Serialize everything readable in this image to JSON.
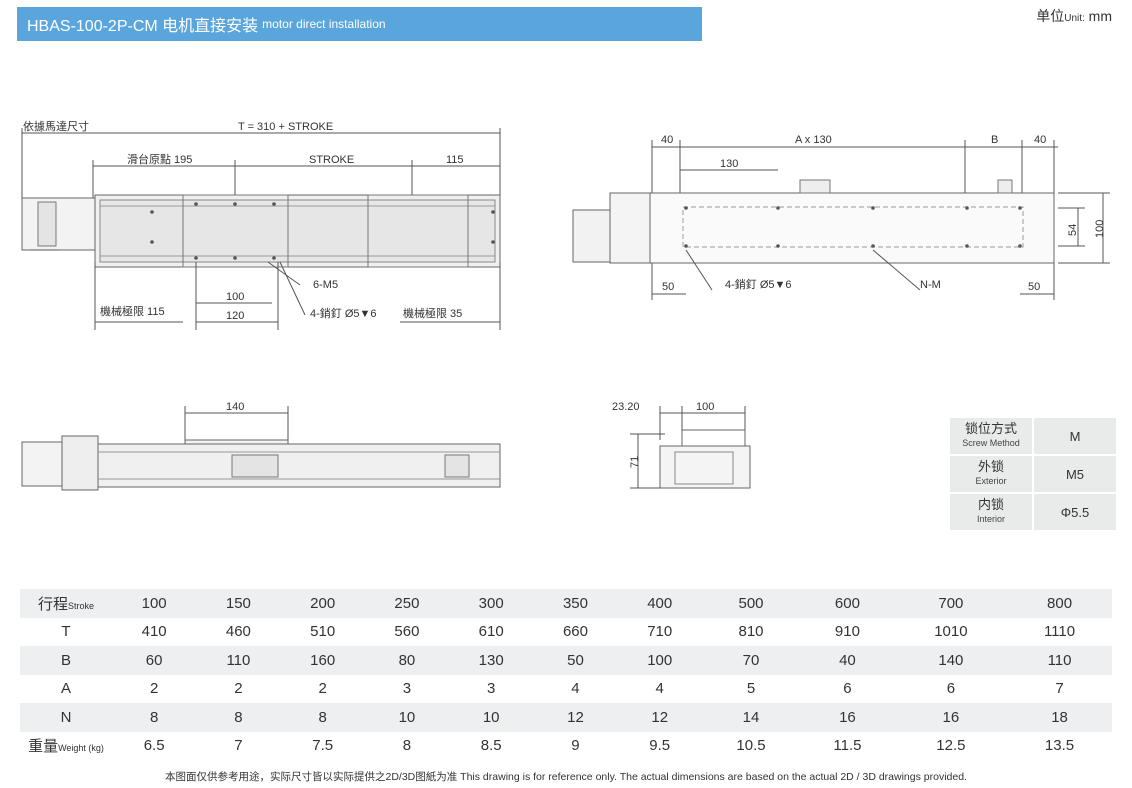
{
  "header": {
    "title": "HBAS-100-2P-CM 电机直接安装",
    "subtitle": "motor direct installation"
  },
  "unit": {
    "label": "单位",
    "sub": "Unit:",
    "value": "mm"
  },
  "dims": {
    "d1": "依據馬達尺寸",
    "d2": "T = 310 + STROKE",
    "d3": "滑台原點 195",
    "d4": "STROKE",
    "d5": "115",
    "d6": "100",
    "d7": "120",
    "d8": "機械極限 115",
    "d9": "6-M5",
    "d10": "4-銷釘 Ø5▼6",
    "d11": "機械極限 35",
    "d12": "40",
    "d13": "A x 130",
    "d14": "B",
    "d15": "40",
    "d16": "130",
    "d17": "54",
    "d18": "100",
    "d19": "50",
    "d20": "4-銷釘 Ø5▼6",
    "d21": "N-M",
    "d22": "50",
    "d23": "140",
    "d24": "23.20",
    "d25": "100",
    "d26": "71"
  },
  "lock": {
    "rows": [
      {
        "zh": "锁位方式",
        "en": "Screw Method",
        "val": "M"
      },
      {
        "zh": "外锁",
        "en": "Exterior",
        "val": "M5"
      },
      {
        "zh": "内锁",
        "en": "Interior",
        "val": "Φ5.5"
      }
    ]
  },
  "spec": {
    "rows": [
      {
        "zh": "行程",
        "en": "Stroke",
        "vals": [
          "100",
          "150",
          "200",
          "250",
          "300",
          "350",
          "400",
          "500",
          "600",
          "700",
          "800"
        ]
      },
      {
        "zh": "T",
        "en": "",
        "vals": [
          "410",
          "460",
          "510",
          "560",
          "610",
          "660",
          "710",
          "810",
          "910",
          "1010",
          "1110"
        ]
      },
      {
        "zh": "B",
        "en": "",
        "vals": [
          "60",
          "110",
          "160",
          "80",
          "130",
          "50",
          "100",
          "70",
          "40",
          "140",
          "110"
        ]
      },
      {
        "zh": "A",
        "en": "",
        "vals": [
          "2",
          "2",
          "2",
          "3",
          "3",
          "4",
          "4",
          "5",
          "6",
          "6",
          "7"
        ]
      },
      {
        "zh": "N",
        "en": "",
        "vals": [
          "8",
          "8",
          "8",
          "10",
          "10",
          "12",
          "12",
          "14",
          "16",
          "16",
          "18"
        ]
      },
      {
        "zh": "重量",
        "en": "Weight (kg)",
        "vals": [
          "6.5",
          "7",
          "7.5",
          "8",
          "8.5",
          "9",
          "9.5",
          "10.5",
          "11.5",
          "12.5",
          "13.5"
        ]
      }
    ]
  },
  "footer": "本图面仅供参考用途，实际尺寸皆以实际提供之2D/3D图紙为准 This drawing is for reference only. The actual dimensions are based on the actual 2D / 3D drawings provided."
}
